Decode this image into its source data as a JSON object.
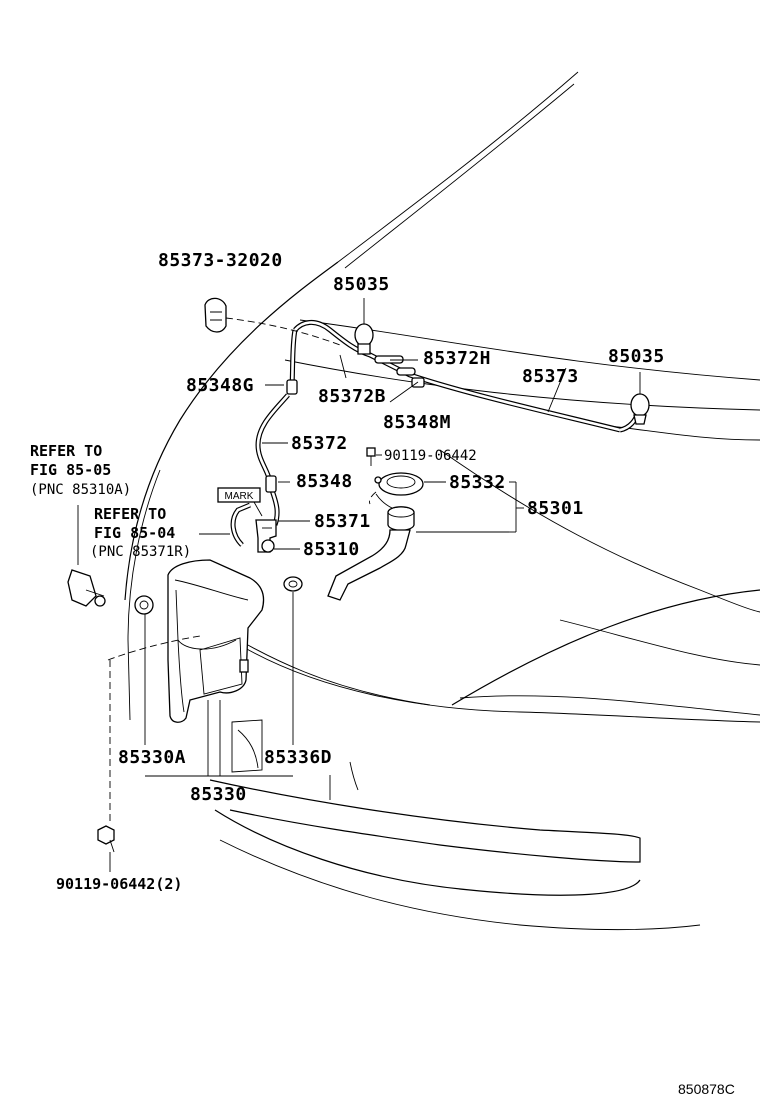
{
  "diagram": {
    "figure_id": "850878C",
    "mark_text": "MARK",
    "labels": [
      {
        "key": "p8537332020",
        "text": "85373-32020"
      },
      {
        "key": "p85035a",
        "text": "85035"
      },
      {
        "key": "p85372H",
        "text": "85372H"
      },
      {
        "key": "p85035b",
        "text": "85035"
      },
      {
        "key": "p85373",
        "text": "85373"
      },
      {
        "key": "p85348G",
        "text": "85348G"
      },
      {
        "key": "p85372B",
        "text": "85372B"
      },
      {
        "key": "p85348M",
        "text": "85348M"
      },
      {
        "key": "p85372",
        "text": "85372"
      },
      {
        "key": "p9011906442",
        "text": "90119-06442"
      },
      {
        "key": "p85348",
        "text": "85348"
      },
      {
        "key": "p85332",
        "text": "85332"
      },
      {
        "key": "p85301",
        "text": "85301"
      },
      {
        "key": "p85371",
        "text": "85371"
      },
      {
        "key": "p85310",
        "text": "85310"
      },
      {
        "key": "p85330A",
        "text": "85330A"
      },
      {
        "key": "p85336D",
        "text": "85336D"
      },
      {
        "key": "p85330",
        "text": "85330"
      },
      {
        "key": "p9011906442x2",
        "text": "90119-06442(2)"
      }
    ],
    "references": [
      {
        "key": "ref1",
        "line1": "REFER TO",
        "line2": "FIG 85-05",
        "line3": "(PNC 85310A)"
      },
      {
        "key": "ref2",
        "line1": "REFER TO",
        "line2": "FIG 85-04",
        "line3": "(PNC 85371R)"
      }
    ]
  }
}
